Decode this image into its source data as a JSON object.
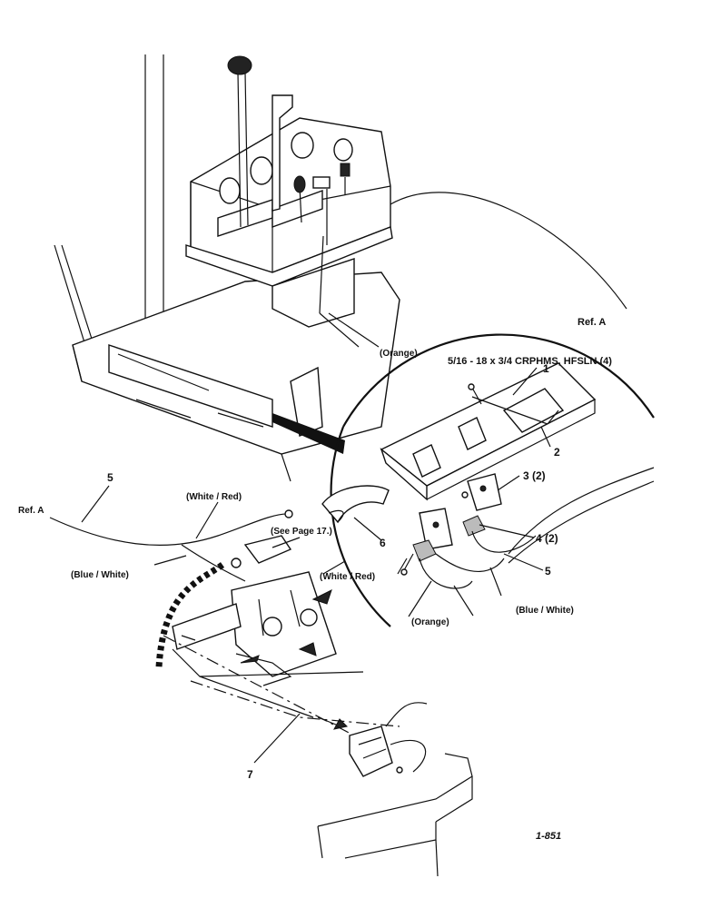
{
  "labels": {
    "ref_a_top": "Ref. A",
    "ref_a_left": "Ref. A",
    "hardware": "5/16 - 18 x 3/4  CRPHMS, HFSLN (4)",
    "orange_top": "(Orange)",
    "orange_bottom": "(Orange)",
    "white_red_left": "(White / Red)",
    "white_red_right": "(White / Red)",
    "blue_white_left": "(Blue / White)",
    "blue_white_right": "(Blue / White)",
    "see_page": "(See Page 17.)",
    "figure_id": "1-851"
  },
  "callouts": {
    "c1": "1",
    "c2": "2",
    "c3": "3 (2)",
    "c4": "4 (2)",
    "c5_right": "5",
    "c5_left": "5",
    "c6": "6",
    "c7": "7"
  }
}
